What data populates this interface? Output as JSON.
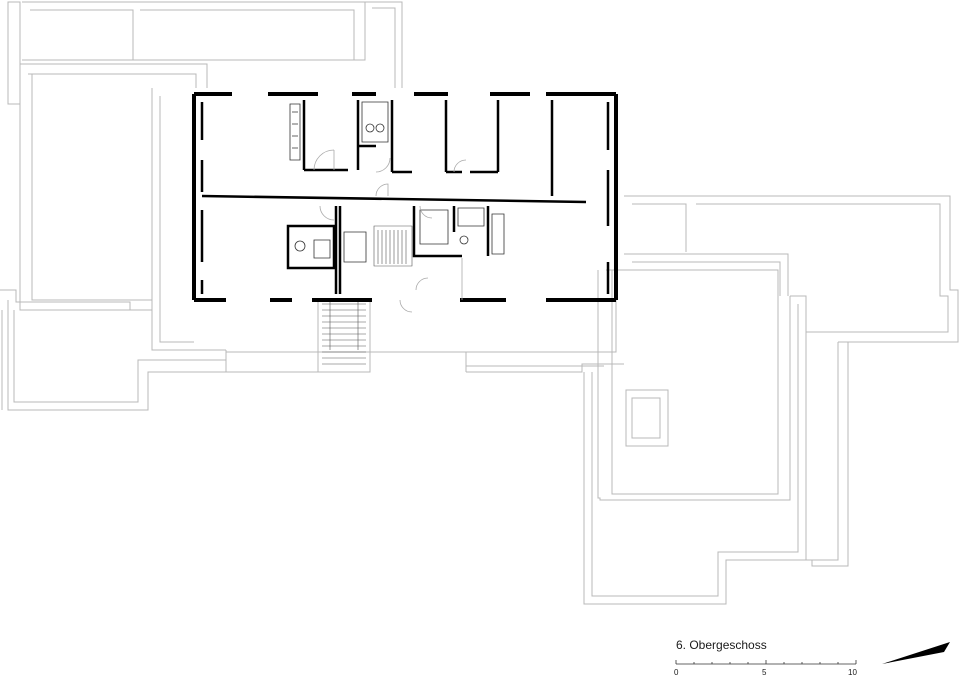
{
  "plan": {
    "floor_label": "6. Obergeschoss",
    "scale_ticks": [
      "0",
      "5",
      "10"
    ],
    "colors": {
      "line": "#b8b8b8",
      "wall": "#000000",
      "background": "#ffffff"
    },
    "icons": {
      "north": "north-arrow-icon"
    }
  }
}
